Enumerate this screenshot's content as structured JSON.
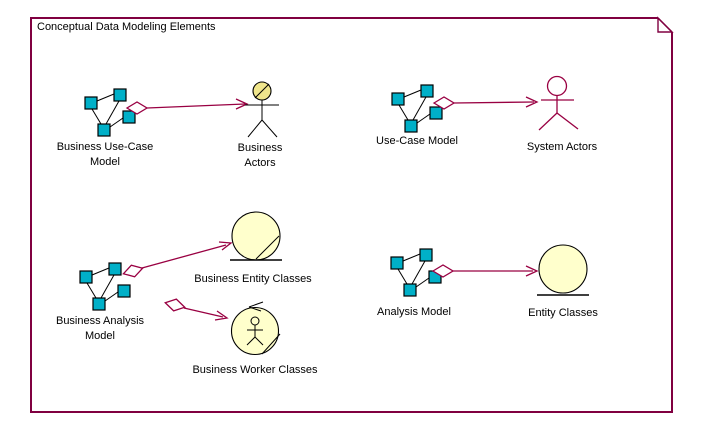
{
  "note": {
    "title": "Conceptual Data Modeling Elements"
  },
  "colors": {
    "border": "#800040",
    "connector": "#990042",
    "model_square": "#00B0C8",
    "class_fill": "#FFFFCC",
    "actor_head_fill": "#F0E68C",
    "text": "#000000"
  },
  "groups": {
    "business_use_case": {
      "model_label": "Business Use-Case\nModel",
      "target_label": "Business\nActors"
    },
    "use_case": {
      "model_label": "Use-Case Model",
      "target_label": "System Actors"
    },
    "business_analysis": {
      "model_label": "Business Analysis\nModel",
      "entity_label": "Business Entity Classes",
      "worker_label": "Business Worker Classes"
    },
    "analysis": {
      "model_label": "Analysis Model",
      "entity_label": "Entity Classes"
    }
  }
}
